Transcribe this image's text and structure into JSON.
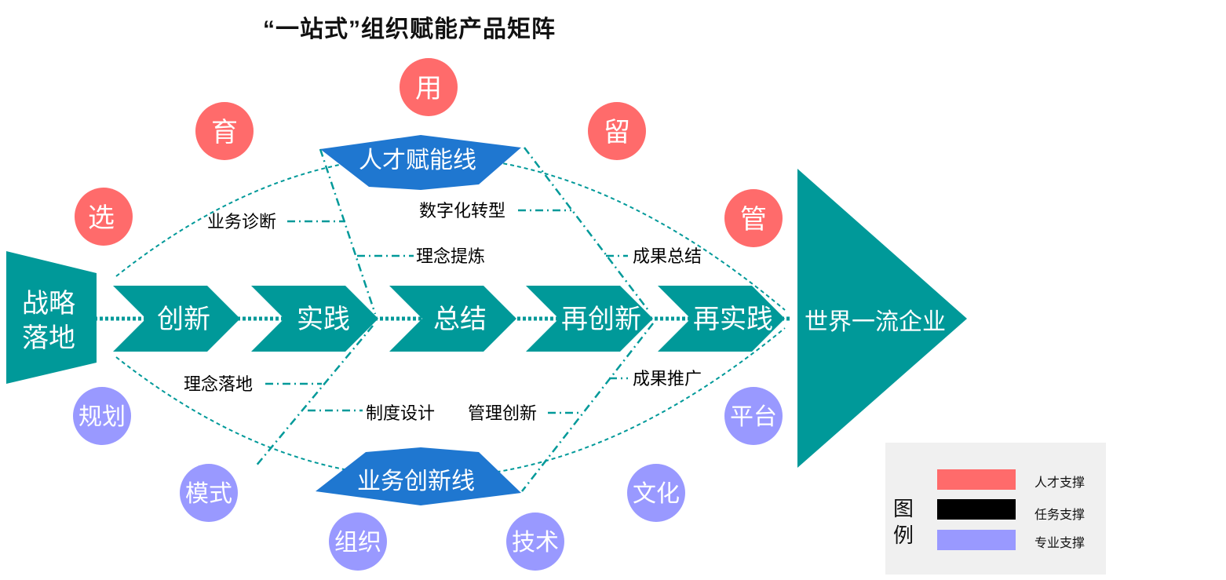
{
  "title": "“一站式”组织赋能产品矩阵",
  "start_block": {
    "line1": "战略",
    "line2": "落地"
  },
  "end_block": "世界一流企业",
  "flow_steps": [
    "创新",
    "实践",
    "总结",
    "再创新",
    "再实践"
  ],
  "top_line": "人才赋能线",
  "bottom_line": "业务创新线",
  "upper_activities": [
    "业务诊断",
    "数字化转型",
    "理念提炼",
    "成果总结"
  ],
  "lower_activities": [
    "理念落地",
    "制度设计",
    "管理创新",
    "成果推广"
  ],
  "talent_circles": [
    "选",
    "育",
    "用",
    "留",
    "管"
  ],
  "professional_circles": [
    "规划",
    "模式",
    "组织",
    "技术",
    "文化",
    "平台"
  ],
  "legend": {
    "title": "图例",
    "items": [
      {
        "label": "人才支撑",
        "color": "#FF6B6B"
      },
      {
        "label": "任务支撑",
        "color": "#000000"
      },
      {
        "label": "专业支撑",
        "color": "#9999FF"
      }
    ]
  },
  "colors": {
    "teal": "#009999",
    "blue": "#1F77D0",
    "talent": "#FF6B6B",
    "professional": "#9999FF"
  }
}
